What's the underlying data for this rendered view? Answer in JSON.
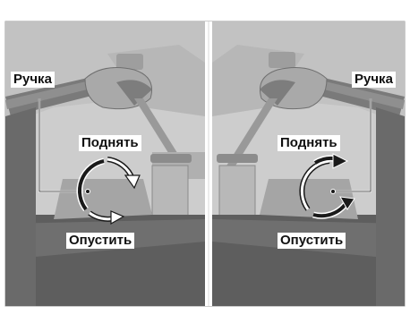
{
  "labels": {
    "handle": "Ручка",
    "raise": "Поднять",
    "lower": "Опустить"
  },
  "colors": {
    "page_background": "#ffffff",
    "photo_gray": "#cfcfcf",
    "photo_dark": "#6b6b6b",
    "arrow_dark": "#1a1a1a",
    "arrow_light": "#ffffff"
  },
  "icons": {
    "left_rotation": "rotation-arrows-icon",
    "right_rotation": "rotation-arrows-icon"
  }
}
